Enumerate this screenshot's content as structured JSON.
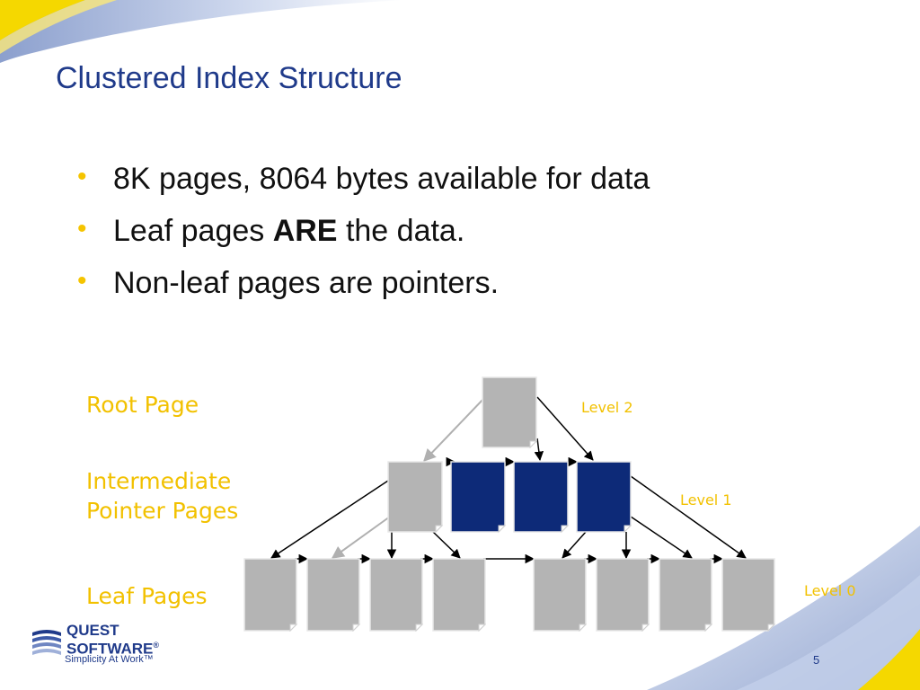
{
  "slide": {
    "title": "Clustered Index Structure",
    "bullets": [
      {
        "before": "8K pages, 8064 bytes available for data",
        "bold": "",
        "after": ""
      },
      {
        "before": "Leaf pages ",
        "bold": "ARE",
        "after": " the data."
      },
      {
        "before": "Non-leaf pages are pointers.",
        "bold": "",
        "after": ""
      }
    ],
    "page_number": "5"
  },
  "diagram": {
    "labels": {
      "root": "Root Page",
      "intermediate_line1": "Intermediate",
      "intermediate_line2": "Pointer Pages",
      "leaf": "Leaf Pages"
    },
    "levels": {
      "level2": "Level 2",
      "level1": "Level 1",
      "level0": "Level 0"
    },
    "colors": {
      "gray_page": "#b4b4b4",
      "blue_page": "#0d2a78",
      "accent_yellow": "#f2c100",
      "title_blue": "#1f3a8a"
    }
  },
  "footer": {
    "logo_line1": "QUEST",
    "logo_line2": "SOFTWARE",
    "logo_reg": "®",
    "tagline": "Simplicity At Work™"
  }
}
